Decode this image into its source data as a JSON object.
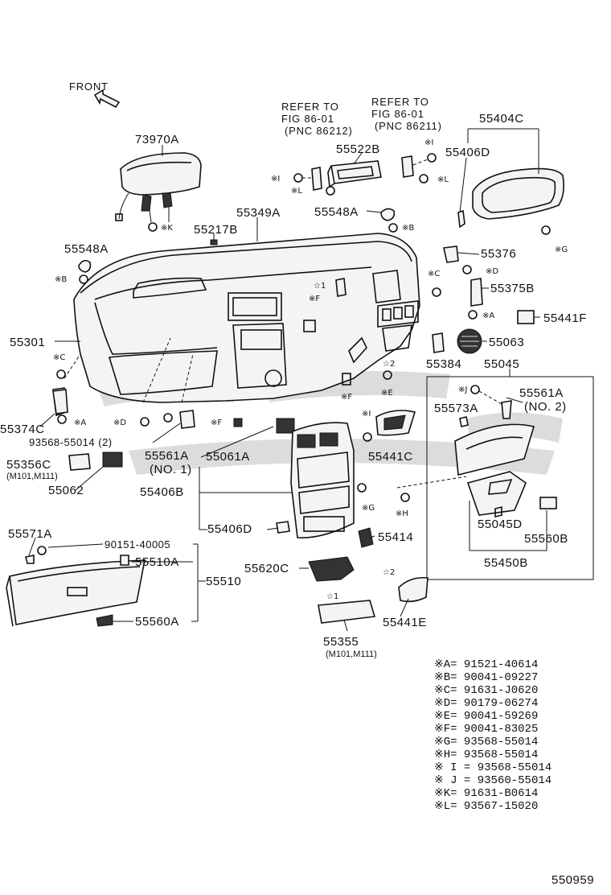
{
  "front_label": "FRONT",
  "refer_left": [
    "REFER TO",
    "FIG 86-01",
    "(PNC 86212)"
  ],
  "refer_right": [
    "REFER TO",
    "FIG 86-01",
    "(PNC 86211)"
  ],
  "part_numbers": {
    "p73970A": "73970A",
    "p55522B": "55522B",
    "p55404C": "55404C",
    "p55406D_top": "55406D",
    "p55217B": "55217B",
    "p55349A": "55349A",
    "p55548A_right": "55548A",
    "p55548A_left": "55548A",
    "p55376": "55376",
    "p55375B": "55375B",
    "p55441F": "55441F",
    "p55301": "55301",
    "p55063": "55063",
    "p55384": "55384",
    "p55045": "55045",
    "p55561A_no2": "55561A",
    "no2": "(NO. 2)",
    "p55573A": "55573A",
    "p55374C": "55374C",
    "p93568": "93568-55014 (2)",
    "p55561A_no1": "55561A",
    "no1": "(NO. 1)",
    "p55061A": "55061A",
    "p55441C": "55441C",
    "p55356C": "55356C",
    "p55356C_sub": "(M101,M111)",
    "p55062": "55062",
    "p55406B": "55406B",
    "p55045D": "55045D",
    "p55560B": "55560B",
    "p55450B": "55450B",
    "p55406D_mid": "55406D",
    "p55414": "55414",
    "p55571A": "55571A",
    "p90151": "90151-40005",
    "p55510A": "55510A",
    "p55510": "55510",
    "p55620C": "55620C",
    "p55560A": "55560A",
    "p55441E": "55441E",
    "p55355": "55355",
    "p55355_sub": "(M101,M111)"
  },
  "callouts": {
    "xK": "※K",
    "xB1": "※B",
    "xB2": "※B",
    "xC1": "※C",
    "xC2": "※C",
    "xI1": "※I",
    "xI2": "※I",
    "xI3": "※I",
    "xL1": "※L",
    "xL2": "※L",
    "xD1": "※D",
    "xD2": "※D",
    "xF1": "※F",
    "xF2": "※F",
    "xF3": "※F",
    "xG1": "※G",
    "xG2": "※G",
    "xA1": "※A",
    "xA2": "※A",
    "xE": "※E",
    "xJ": "※J",
    "xH": "※H",
    "star1a": "☆1",
    "star1b": "☆1",
    "star2a": "☆2",
    "star2b": "☆2"
  },
  "legend": [
    "※A= 91521-40614",
    "※B= 90041-09227",
    "※C= 91631-J0620",
    "※D= 90179-06274",
    "※E= 90041-59269",
    "※F= 90041-83025",
    "※G= 93568-55014",
    "※H= 93568-55014",
    "※ I = 93568-55014",
    "※ J = 93560-55014",
    "※K= 91631-B0614",
    "※L= 93567-15020"
  ],
  "figure_id": "550959"
}
